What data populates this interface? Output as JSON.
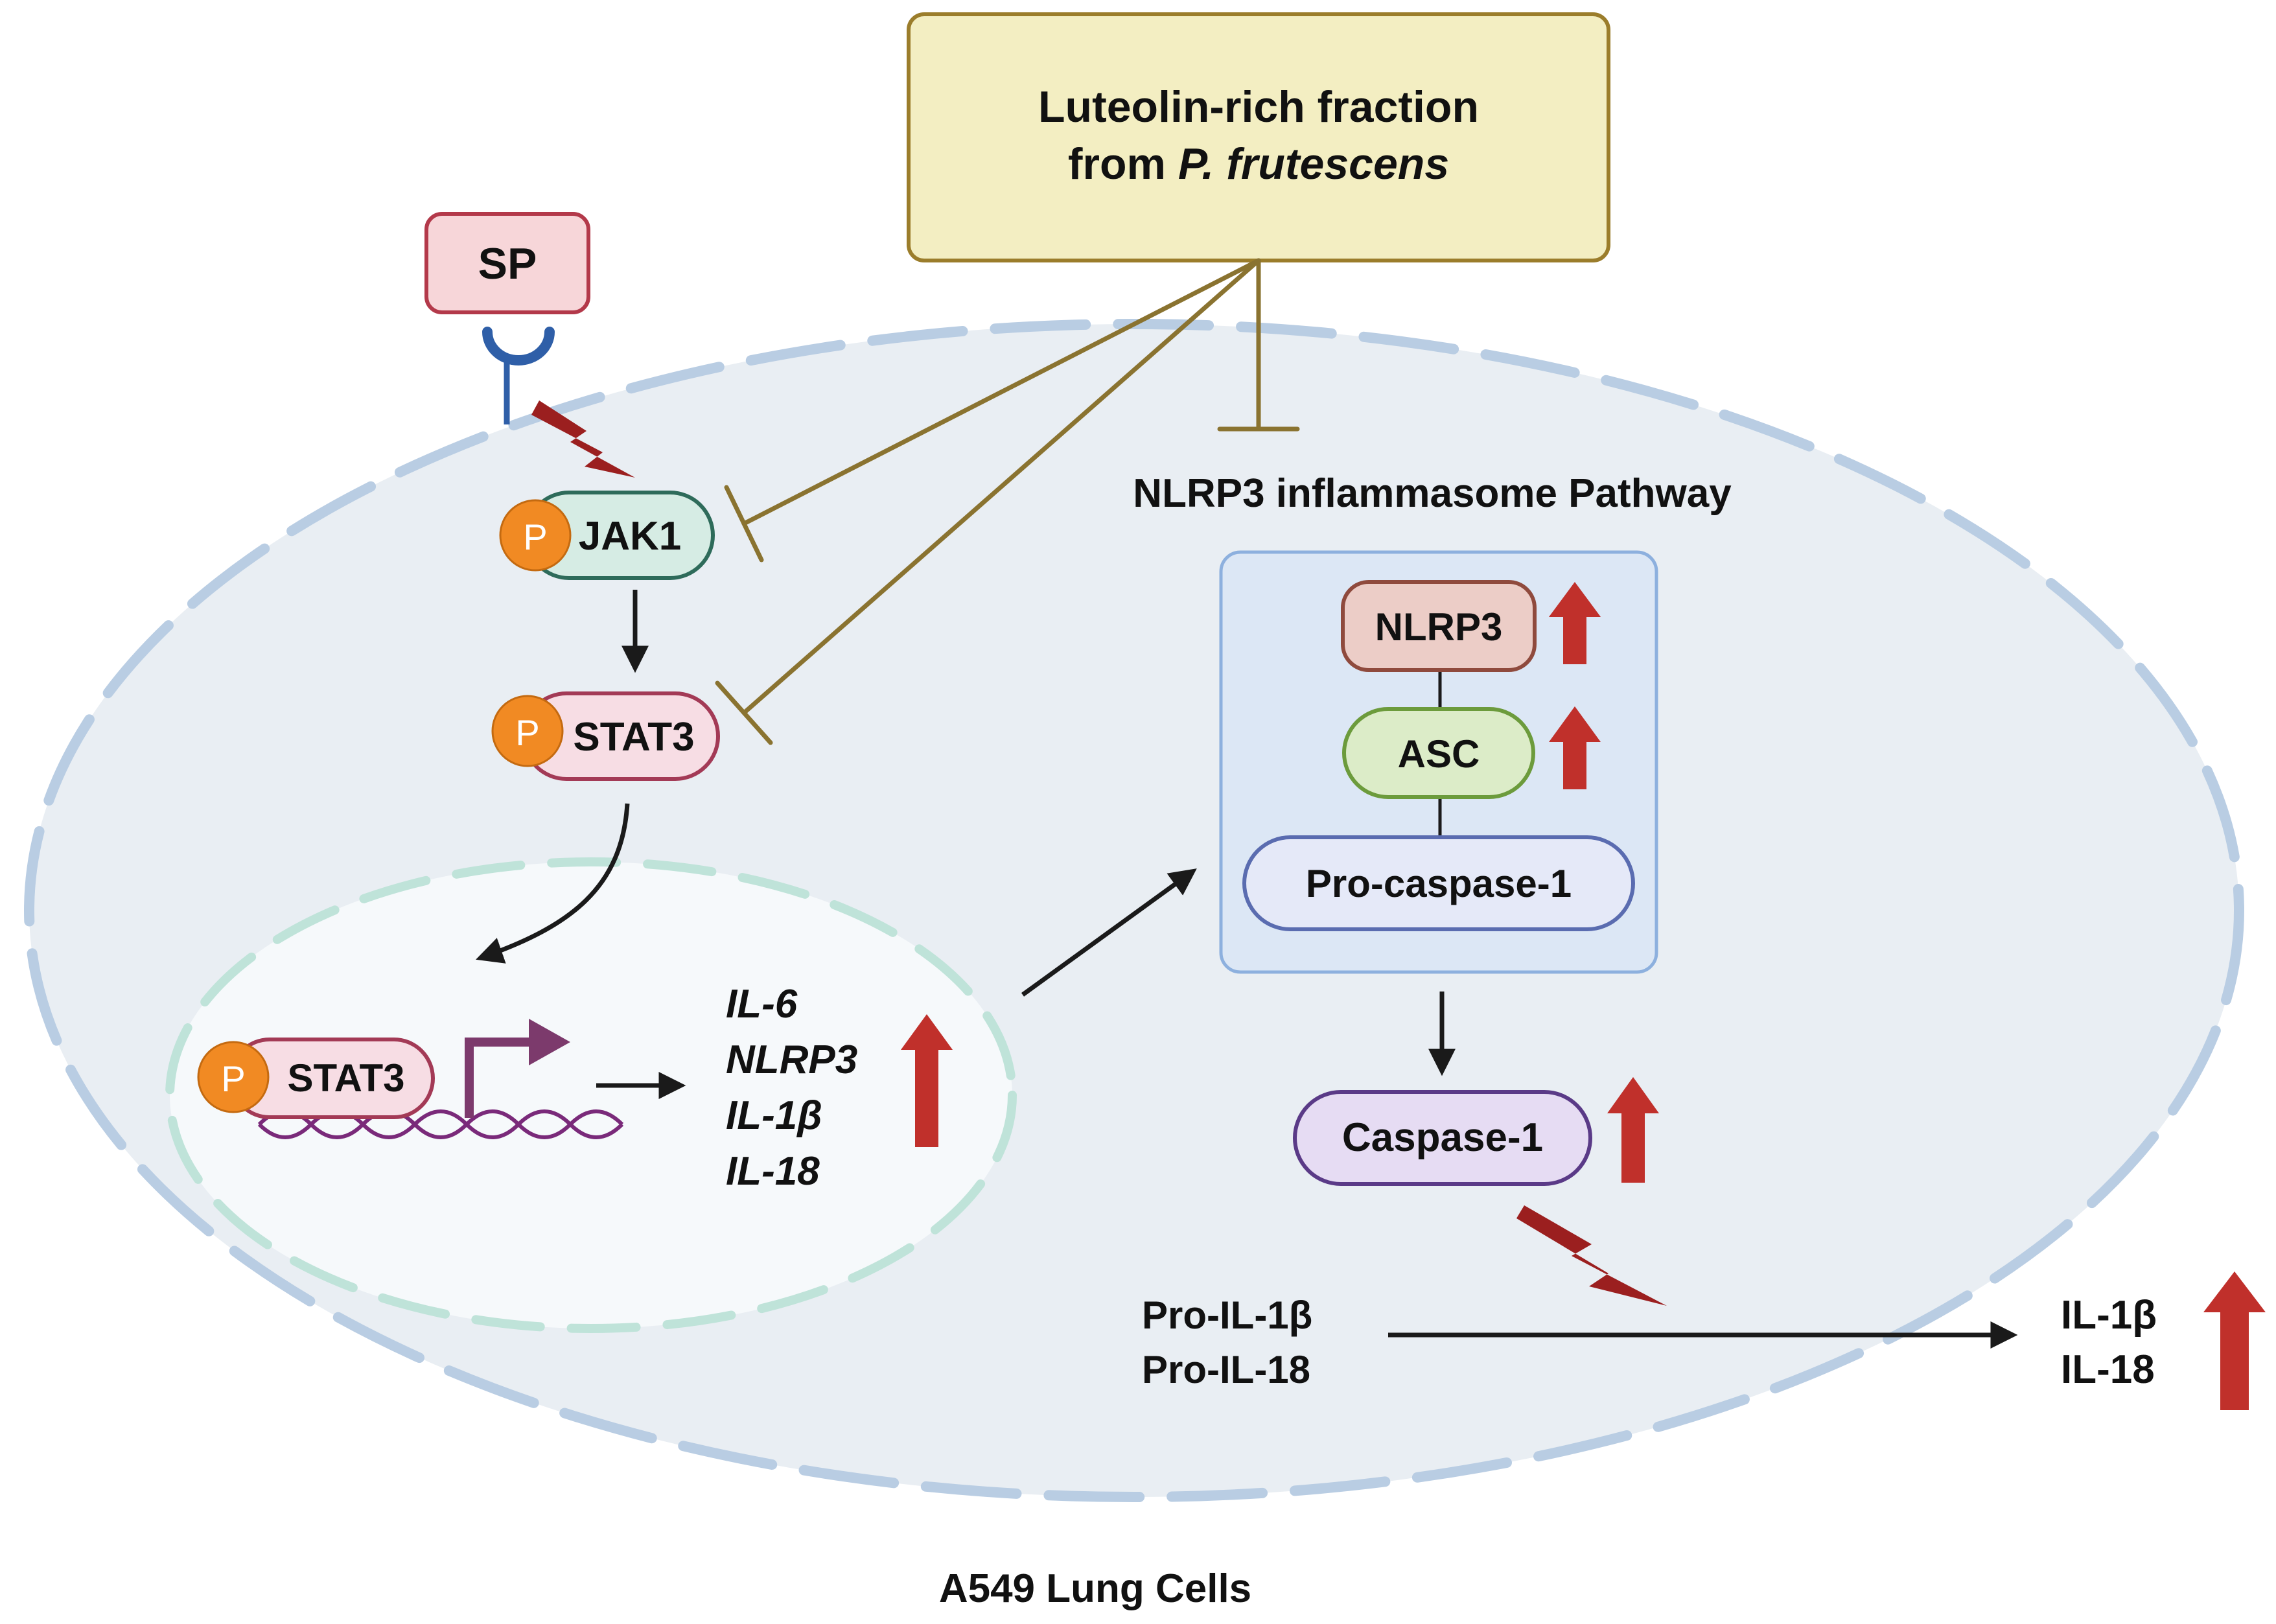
{
  "treatment": {
    "line1": "Luteolin-rich fraction",
    "line2_prefix": "from ",
    "line2_italic": "P. frutescens"
  },
  "stimulus": "SP",
  "phospho": "P",
  "signaling": {
    "jak1": "JAK1",
    "stat3": "STAT3",
    "nuclear_stat3": "STAT3"
  },
  "genes": [
    "IL-6",
    "NLRP3",
    "IL-1β",
    "IL-18"
  ],
  "inflammasome": {
    "title": "NLRP3 inflammasome Pathway",
    "nlrp3": "NLRP3",
    "asc": "ASC",
    "pro_caspase": "Pro-caspase-1",
    "caspase": "Caspase-1"
  },
  "cytokines": {
    "pro_il1b": "Pro-IL-1β",
    "pro_il18": "Pro-IL-18",
    "il1b": "IL-1β",
    "il18": "IL-18"
  },
  "cell_label": "A549 Lung Cells",
  "colors": {
    "cell_fill": "#e9eef3",
    "cell_outline": "#b9cde3",
    "nucleus_fill": "#f6f9fb",
    "nucleus_outline": "#bfe3d9",
    "inhibitor": "#8a7330",
    "treatment_fill": "#f3eec2",
    "treatment_border": "#9b7d2b",
    "up_arrow": "#c0302b",
    "lightning": "#9b1f1f",
    "phospho": "#f18a23",
    "receptor": "#2f5fa8",
    "dna": "#7a2a7a",
    "promoter_arrow": "#7c3a6c"
  }
}
